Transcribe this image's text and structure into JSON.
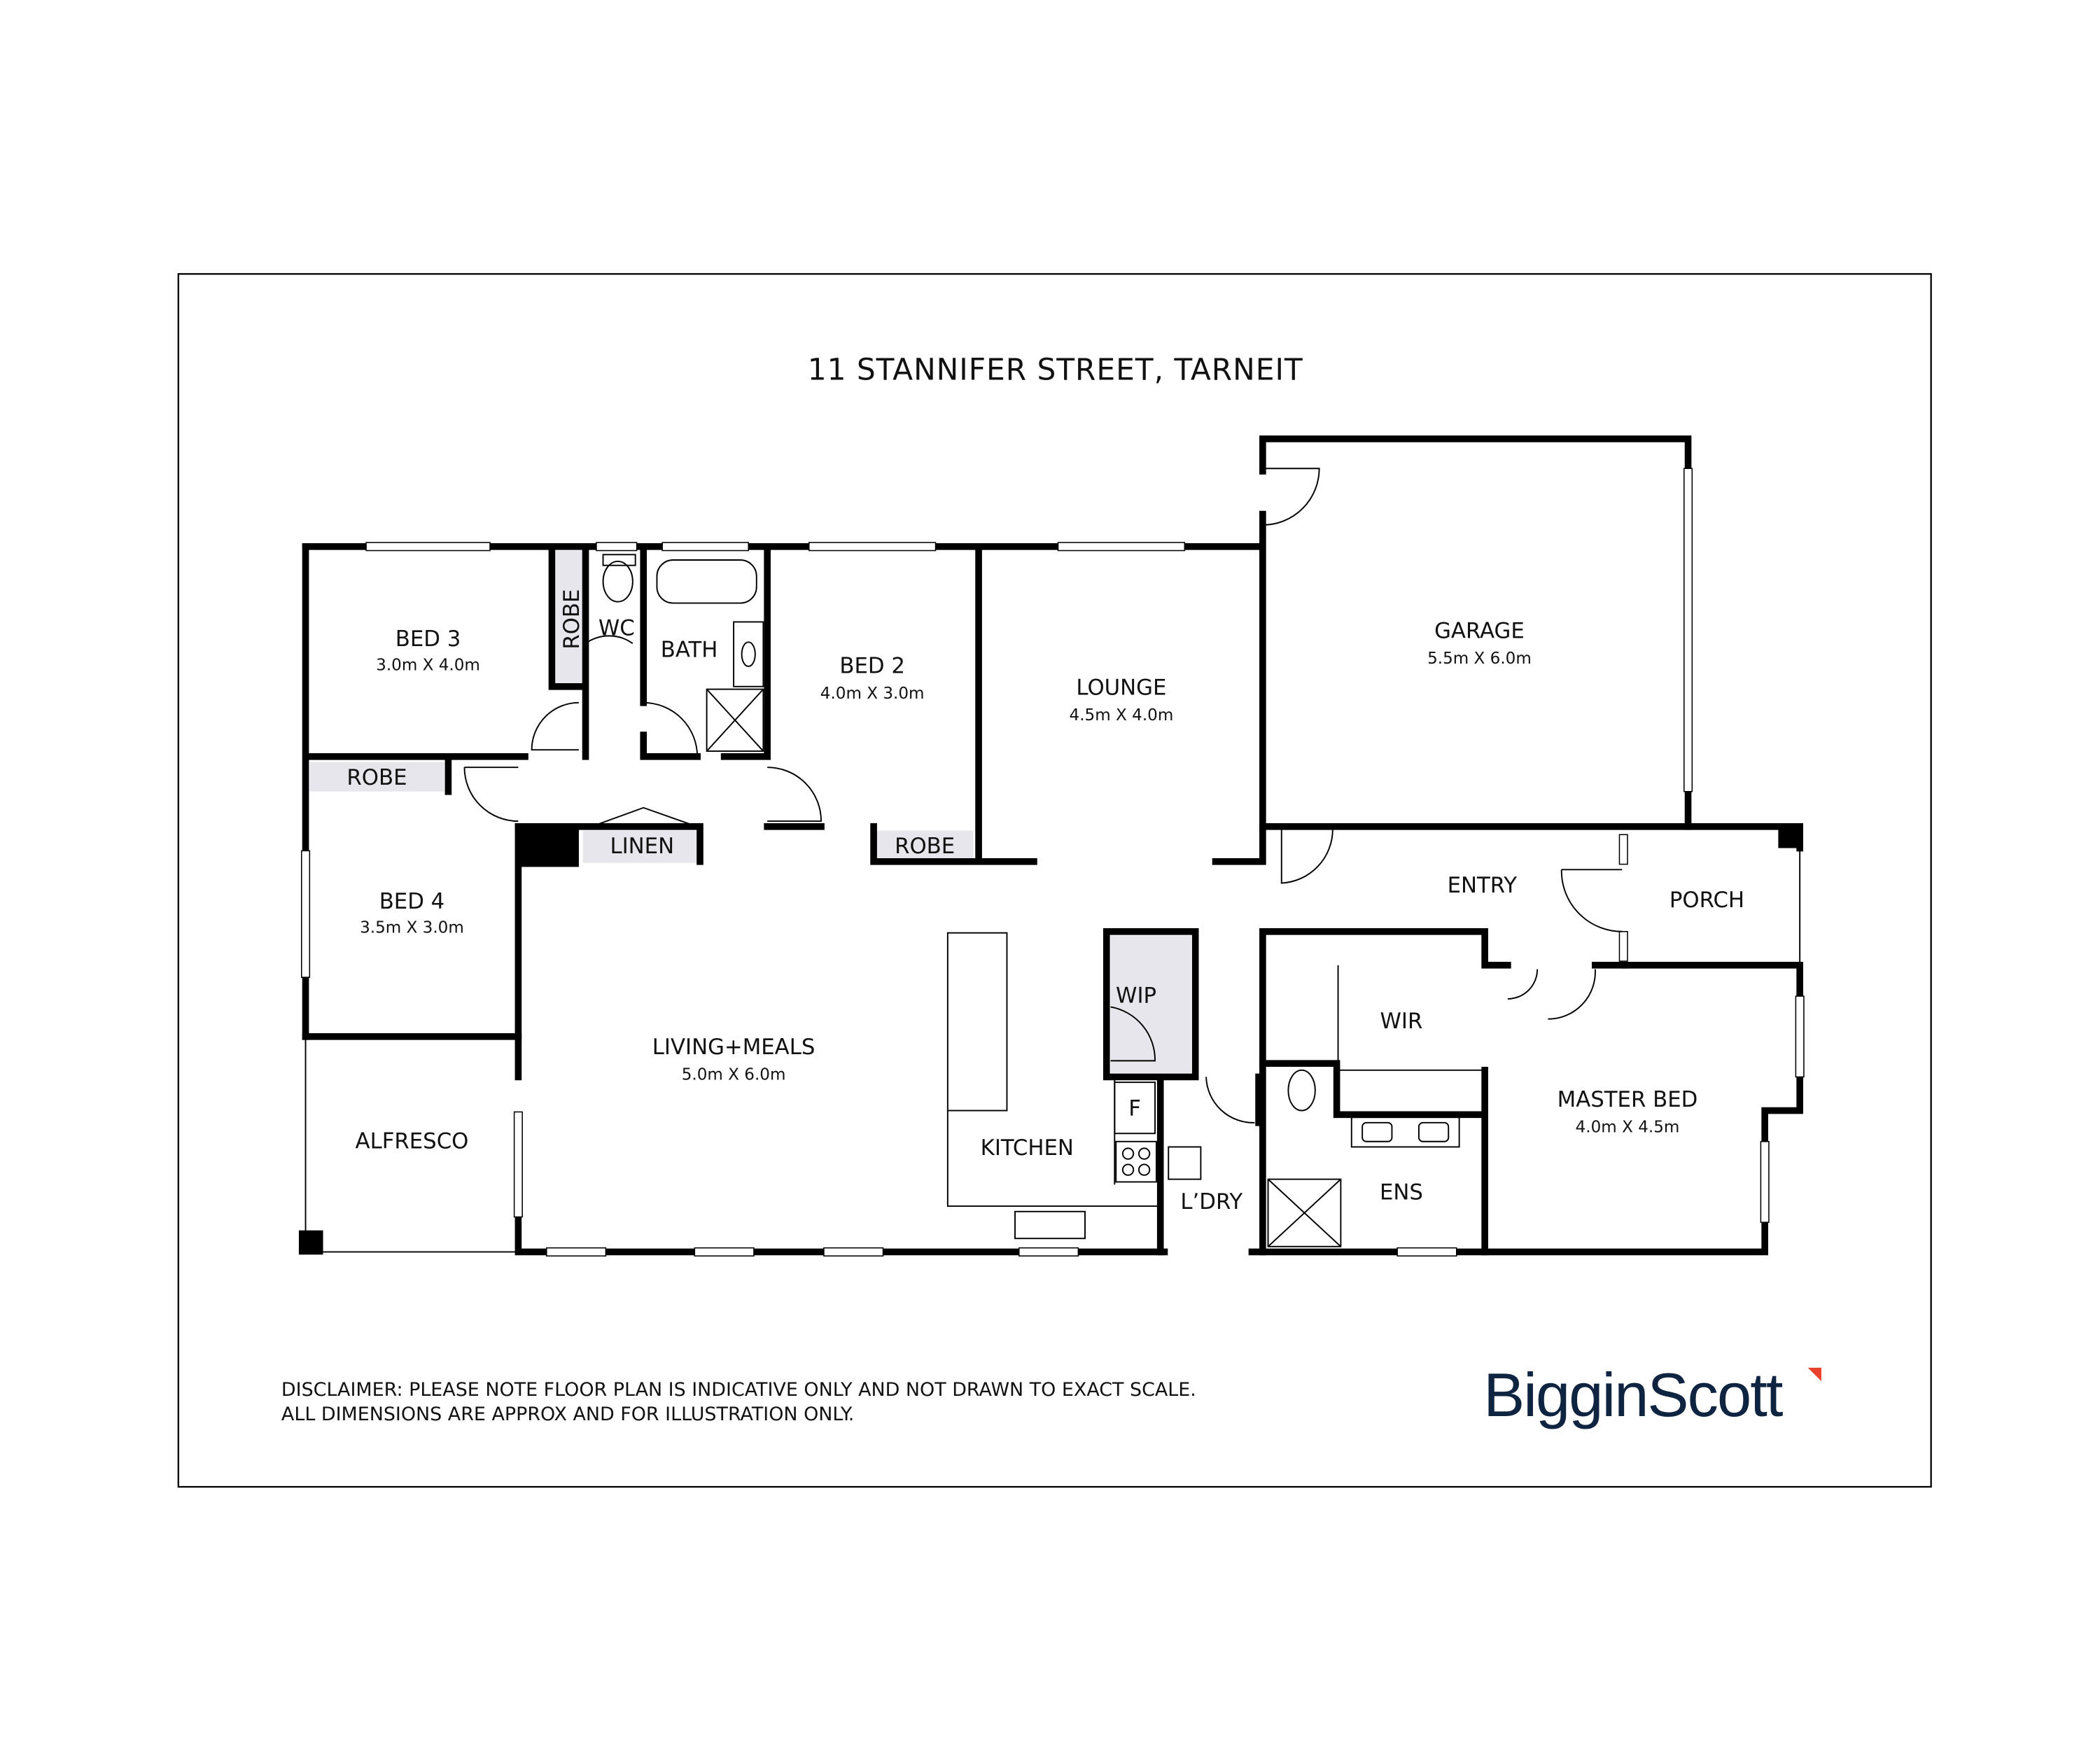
{
  "title": "11 STANNIFER STREET, TARNEIT",
  "rooms": {
    "bed3": {
      "name": "BED 3",
      "dims": "3.0m X 4.0m"
    },
    "bed2": {
      "name": "BED 2",
      "dims": "4.0m X 3.0m"
    },
    "bed4": {
      "name": "BED 4",
      "dims": "3.5m X 3.0m"
    },
    "lounge": {
      "name": "LOUNGE",
      "dims": "4.5m X 4.0m"
    },
    "garage": {
      "name": "GARAGE",
      "dims": "5.5m X 6.0m"
    },
    "living": {
      "name": "LIVING+MEALS",
      "dims": "5.0m X 6.0m"
    },
    "master": {
      "name": "MASTER BED",
      "dims": "4.0m X 4.5m"
    },
    "robe_bed3": "ROBE",
    "robe_bed4": "ROBE",
    "robe_bed2": "ROBE",
    "wc": "WC",
    "bath": "BATH",
    "linen": "LINEN",
    "entry": "ENTRY",
    "porch": "PORCH",
    "wip": "WIP",
    "wir": "WIR",
    "kitchen": "KITCHEN",
    "fridge": "F",
    "laundry": "L’DRY",
    "ensuite": "ENS",
    "alfresco": "ALFRESCO"
  },
  "disclaimer": {
    "line1": "DISCLAIMER: PLEASE NOTE FLOOR PLAN IS INDICATIVE ONLY AND NOT DRAWN TO EXACT SCALE.",
    "line2": "ALL DIMENSIONS ARE APPROX AND FOR ILLUSTRATION ONLY."
  },
  "logo": {
    "text": "BigginScott",
    "accent_color": "#e8412c",
    "text_color": "#0f2440"
  }
}
